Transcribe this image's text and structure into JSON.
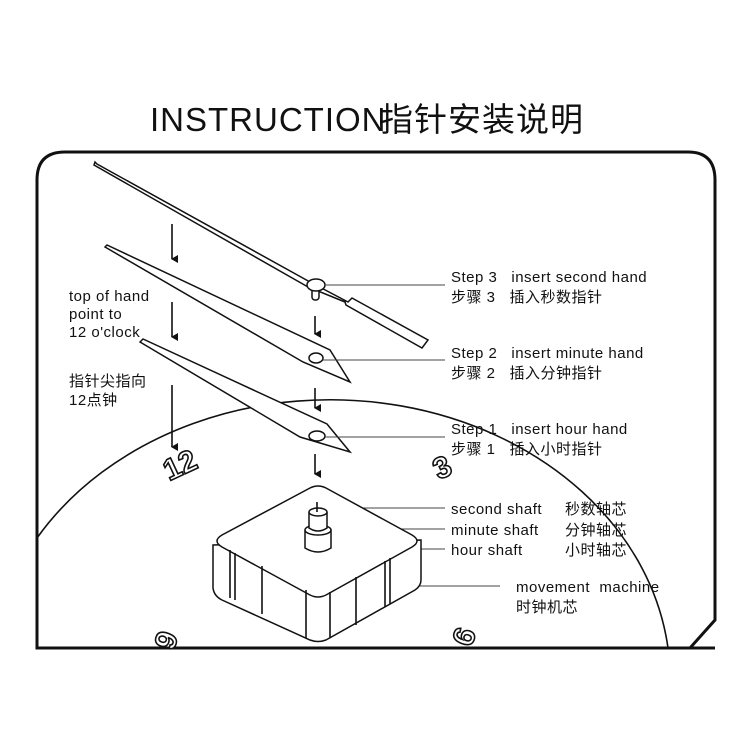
{
  "title": {
    "en": "INSTRUCTION",
    "zh": "指针安装说明"
  },
  "left_note": {
    "en": [
      "top of hand",
      "point to",
      "12 o'clock"
    ],
    "zh": [
      "指针尖指向",
      "12点钟"
    ]
  },
  "steps": [
    {
      "en": "Step 3   insert second hand",
      "zh": "步骤 3   插入秒数指针"
    },
    {
      "en": "Step 2   insert minute hand",
      "zh": "步骤 2   插入分钟指针"
    },
    {
      "en": "Step 1   insert hour hand",
      "zh": "步骤 1   插入小时指针"
    }
  ],
  "parts": [
    {
      "en": "second shaft",
      "zh": "秒数轴芯"
    },
    {
      "en": "minute shaft",
      "zh": "分钟轴芯"
    },
    {
      "en": "hour shaft",
      "zh": "小时轴芯"
    }
  ],
  "movement": {
    "en": "movement  machine",
    "zh": "时钟机芯"
  },
  "dial_numbers": {
    "n12": "12",
    "n3": "3",
    "n9": "9",
    "n6": "6"
  }
}
